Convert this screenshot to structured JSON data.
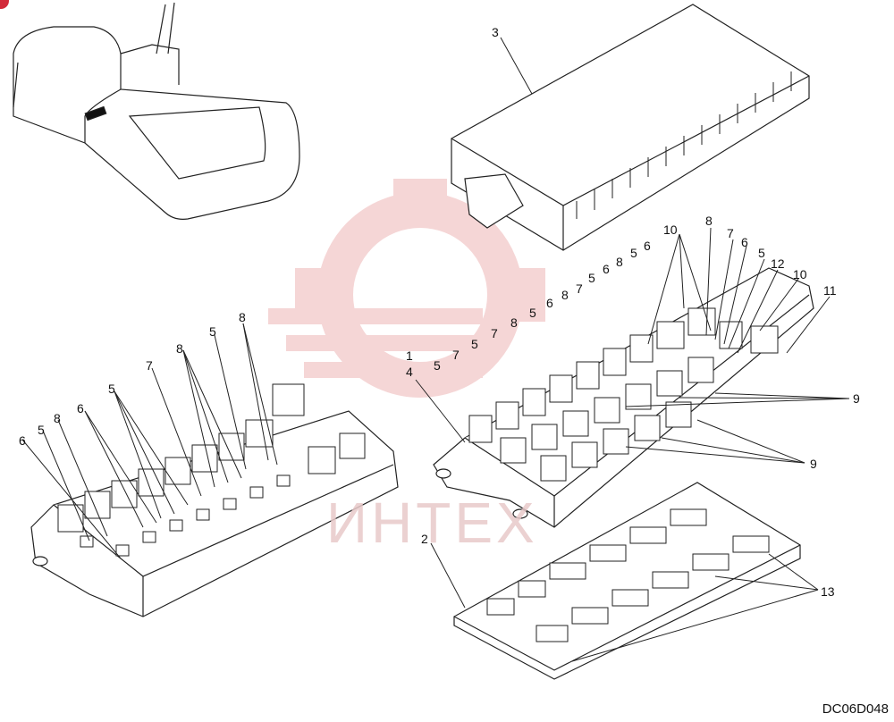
{
  "drawing_code": "DC06D048",
  "watermark": {
    "text": "ИНТЕХ",
    "color": "#e8c9c9"
  },
  "corner_badge_color": "#d22a3a",
  "callouts": [
    {
      "id": "c3",
      "text": "3"
    },
    {
      "id": "c10a",
      "text": "10"
    },
    {
      "id": "c8a",
      "text": "8"
    },
    {
      "id": "c7a",
      "text": "7"
    },
    {
      "id": "c6a",
      "text": "6"
    },
    {
      "id": "c5a",
      "text": "5"
    },
    {
      "id": "c12",
      "text": "12"
    },
    {
      "id": "c10b",
      "text": "10"
    },
    {
      "id": "c11",
      "text": "11"
    },
    {
      "id": "c5b",
      "text": "5"
    },
    {
      "id": "c6b",
      "text": "6"
    },
    {
      "id": "c8b",
      "text": "8"
    },
    {
      "id": "c6c",
      "text": "6"
    },
    {
      "id": "c5c",
      "text": "5"
    },
    {
      "id": "c7b",
      "text": "7"
    },
    {
      "id": "c6d",
      "text": "6"
    },
    {
      "id": "c8c",
      "text": "8"
    },
    {
      "id": "c5d",
      "text": "5"
    },
    {
      "id": "c8d",
      "text": "8"
    },
    {
      "id": "c7c",
      "text": "7"
    },
    {
      "id": "c5e",
      "text": "5"
    },
    {
      "id": "c7d",
      "text": "7"
    },
    {
      "id": "c5f",
      "text": "5"
    },
    {
      "id": "c1",
      "text": "1"
    },
    {
      "id": "c4",
      "text": "4"
    },
    {
      "id": "c9a",
      "text": "9"
    },
    {
      "id": "c9b",
      "text": "9"
    },
    {
      "id": "c2",
      "text": "2"
    },
    {
      "id": "c13",
      "text": "13"
    },
    {
      "id": "c8e",
      "text": "8"
    },
    {
      "id": "c5g",
      "text": "5"
    },
    {
      "id": "c8f",
      "text": "8"
    },
    {
      "id": "c7e",
      "text": "7"
    },
    {
      "id": "c5h",
      "text": "5"
    },
    {
      "id": "c6e",
      "text": "6"
    },
    {
      "id": "c8g",
      "text": "8"
    },
    {
      "id": "c5i",
      "text": "5"
    },
    {
      "id": "c6f",
      "text": "6"
    }
  ]
}
